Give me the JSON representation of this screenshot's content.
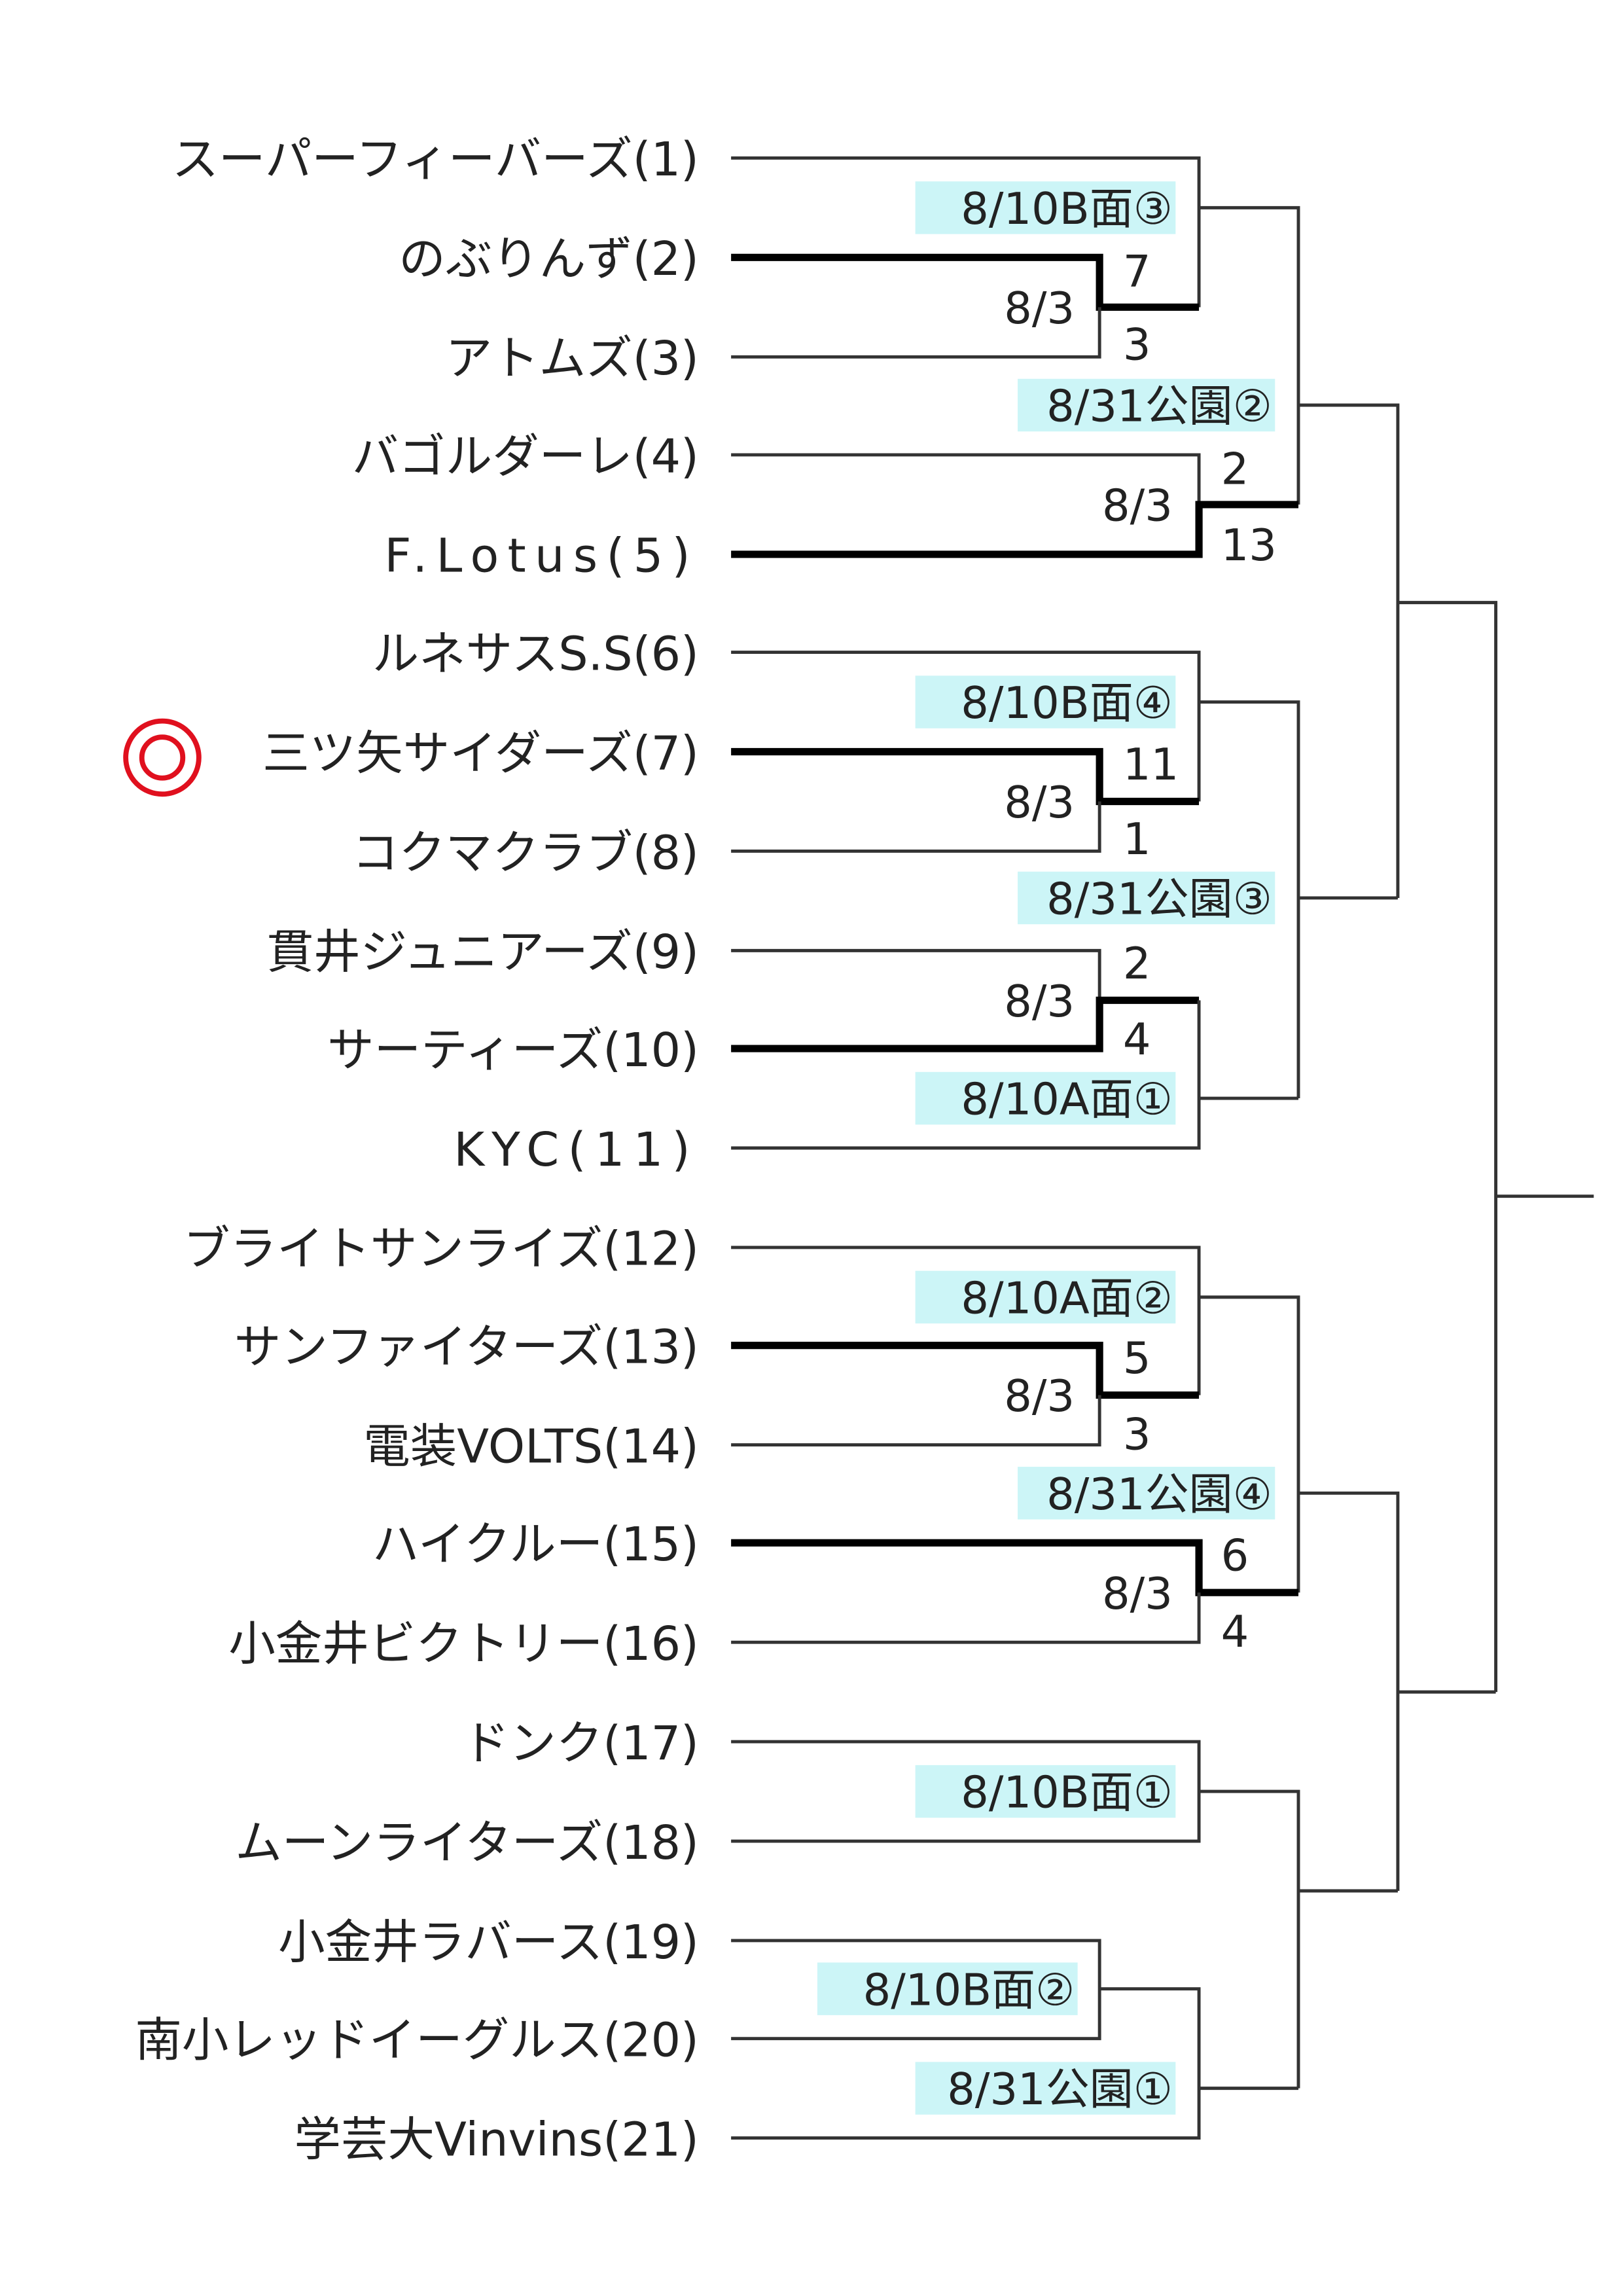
{
  "teams": [
    "スーパーフィーバーズ(1)",
    "のぶりんず(2)",
    "アトムズ(3)",
    "バゴルダーレ(4)",
    "F.Lotus(5)",
    "ルネサスS.S(6)",
    "三ツ矢サイダーズ(7)",
    "コクマクラブ(8)",
    "貫井ジュニアーズ(9)",
    "サーティーズ(10)",
    "KYC(11)",
    "ブライトサンライズ(12)",
    "サンファイターズ(13)",
    "電装VOLTS(14)",
    "ハイクルー(15)",
    "小金井ビクトリー(16)",
    "ドンク(17)",
    "ムーンライターズ(18)",
    "小金井ラバース(19)",
    "南小レッドイーグルス(20)",
    "学芸大Vinvins(21)"
  ],
  "highlighted_team_marker": "◎",
  "match_labels": {
    "m1": "8/10B面③",
    "m2": "8/31公園②",
    "m3": "8/10B面④",
    "m4": "8/31公園③",
    "m5": "8/10A面①",
    "m6": "8/10A面②",
    "m7": "8/31公園④",
    "m8": "8/10B面①",
    "m9": "8/10B面②",
    "m10": "8/31公園①"
  },
  "first_round": [
    {
      "date": "8/3",
      "scores": [
        "7",
        "3"
      ]
    },
    {
      "date": "8/3",
      "scores": [
        "2",
        "13"
      ]
    },
    {
      "date": "8/3",
      "scores": [
        "11",
        "1"
      ]
    },
    {
      "date": "8/3",
      "scores": [
        "2",
        "4"
      ]
    },
    {
      "date": "8/3",
      "scores": [
        "5",
        "3"
      ]
    },
    {
      "date": "8/3",
      "scores": [
        "6",
        "4"
      ]
    }
  ],
  "colors": {
    "label_bg": "#ccf5f7",
    "marker": "#e0101e"
  }
}
